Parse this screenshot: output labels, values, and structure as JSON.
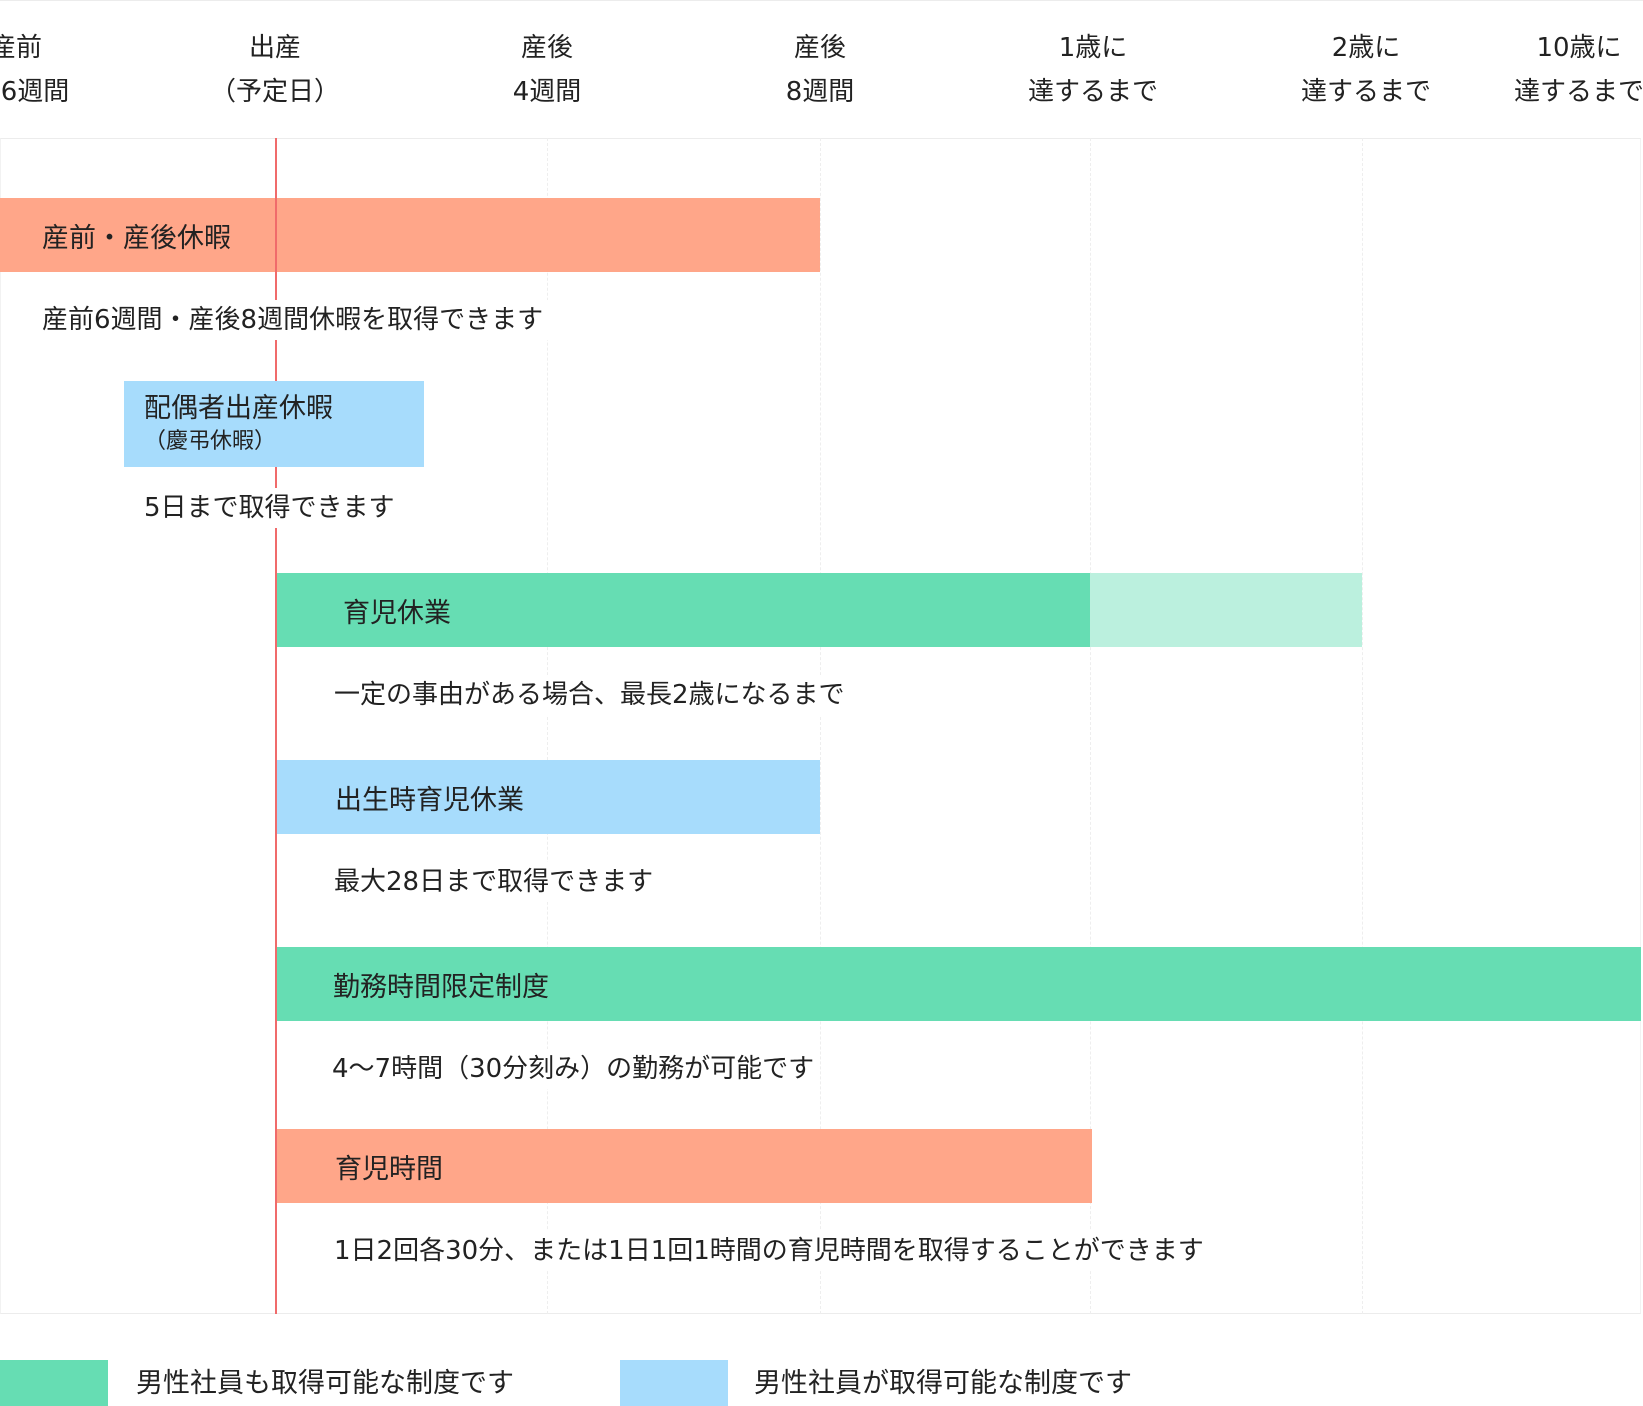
{
  "colors": {
    "salmon": "#ffa689",
    "green": "#66ddb3",
    "green_light": "#bbf0de",
    "blue": "#a7dcfc",
    "birth_line": "#f06b6b"
  },
  "timeline": [
    {
      "line1": "産前",
      "line2": "6週間"
    },
    {
      "line1": "出産",
      "line2": "（予定日）"
    },
    {
      "line1": "産後",
      "line2": "4週間"
    },
    {
      "line1": "産後",
      "line2": "8週間"
    },
    {
      "line1": "1歳に",
      "line2": "達するまで"
    },
    {
      "line1": "2歳に",
      "line2": "達するまで"
    },
    {
      "line1": "10歳に",
      "line2": "達するまで"
    }
  ],
  "items": [
    {
      "label": "産前・産後休暇",
      "desc": "産前6週間・産後8週間休暇を取得できます",
      "color": "salmon"
    },
    {
      "label": "配偶者出産休暇",
      "sublabel": "（慶弔休暇）",
      "desc": "5日まで取得できます",
      "color": "blue"
    },
    {
      "label": "育児休業",
      "desc": "一定の事由がある場合、最長2歳になるまで",
      "color": "green"
    },
    {
      "label": "出生時育児休業",
      "desc": "最大28日まで取得できます",
      "color": "blue"
    },
    {
      "label": "勤務時間限定制度",
      "desc": "4〜7時間（30分刻み）の勤務が可能です",
      "color": "green"
    },
    {
      "label": "育児時間",
      "desc": "1日2回各30分、または1日1回1時間の育児時間を取得することができます",
      "color": "salmon"
    }
  ],
  "legend": [
    {
      "label": "男性社員も取得可能な制度です",
      "color": "green"
    },
    {
      "label": "男性社員が取得可能な制度です",
      "color": "blue"
    }
  ]
}
